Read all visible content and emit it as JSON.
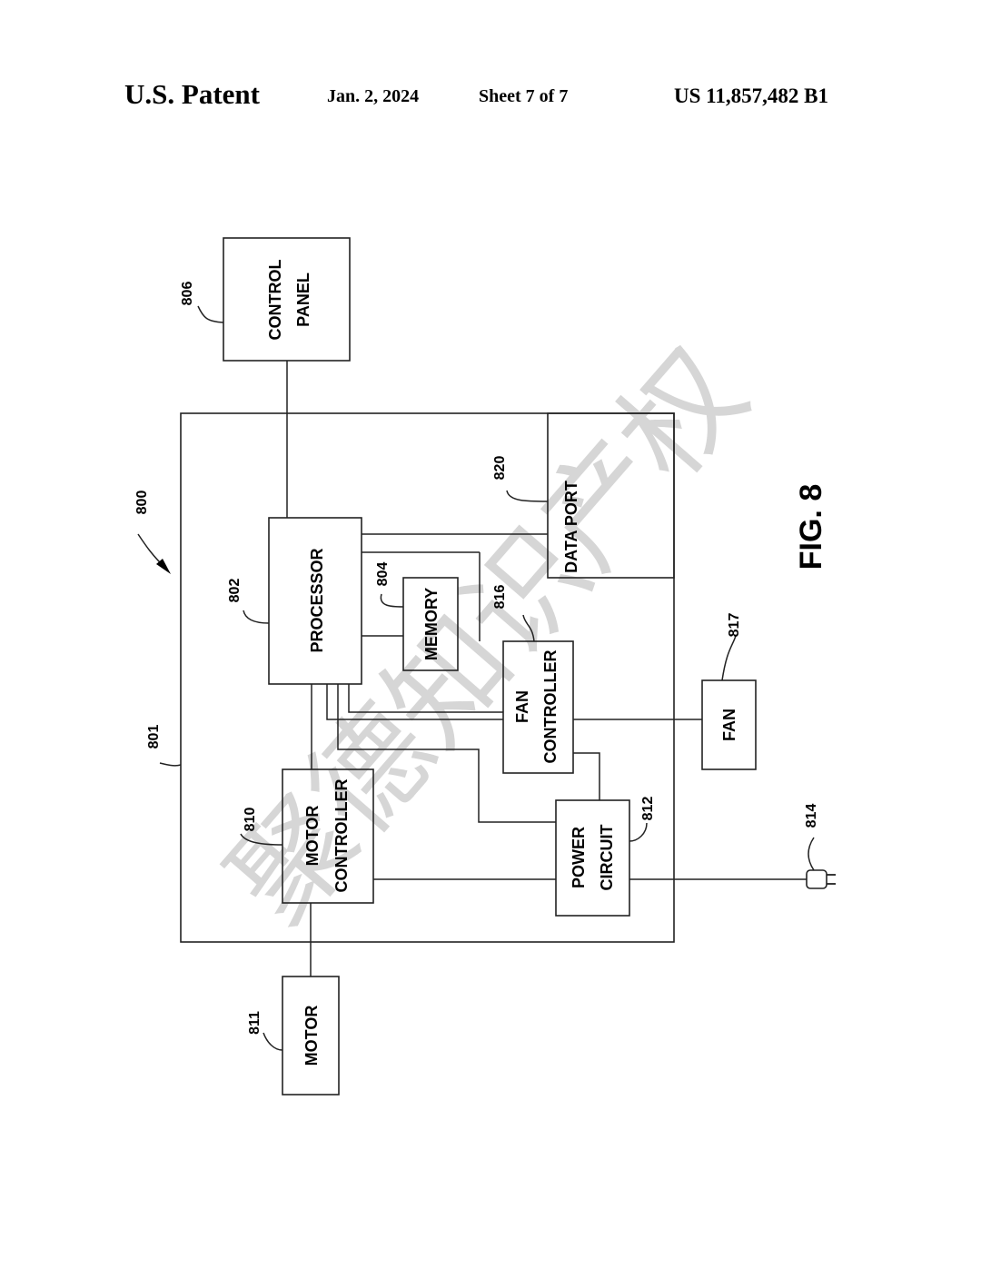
{
  "header": {
    "title": "U.S. Patent",
    "date": "Jan. 2, 2024",
    "sheet": "Sheet 7 of 7",
    "patent_number": "US 11,857,482 B1"
  },
  "figure": {
    "label": "FIG. 8",
    "system_ref": "800",
    "enclosure_ref": "801",
    "blocks": {
      "processor": {
        "ref": "802",
        "lines": [
          "PROCESSOR"
        ]
      },
      "memory": {
        "ref": "804",
        "lines": [
          "MEMORY"
        ]
      },
      "control_panel": {
        "ref": "806",
        "lines": [
          "CONTROL",
          "PANEL"
        ]
      },
      "motor_controller": {
        "ref": "810",
        "lines": [
          "MOTOR",
          "CONTROLLER"
        ]
      },
      "motor": {
        "ref": "811",
        "lines": [
          "MOTOR"
        ]
      },
      "power_circuit": {
        "ref": "812",
        "lines": [
          "POWER",
          "CIRCUIT"
        ]
      },
      "plug": {
        "ref": "814"
      },
      "fan_controller": {
        "ref": "816",
        "lines": [
          "FAN",
          "CONTROLLER"
        ]
      },
      "fan": {
        "ref": "817",
        "lines": [
          "FAN"
        ]
      },
      "data_port": {
        "ref": "820",
        "lines": [
          "DATA PORT"
        ]
      }
    },
    "watermark": "聚德知识产权",
    "colors": {
      "ink": "#000000",
      "paper": "#ffffff"
    }
  }
}
